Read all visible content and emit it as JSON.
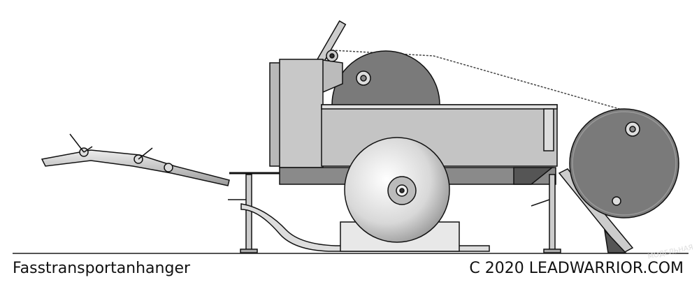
{
  "caption": {
    "title": "Fasstransportanhanger",
    "copyright": "C 2020  LEADWARRIOR.COM"
  },
  "watermark": "МОДЕЛЬНАЯ",
  "colors": {
    "body": "#c8c8c8",
    "drum": "#7a7a7a",
    "chassis": "#8a8a8a",
    "outline": "#111111"
  }
}
